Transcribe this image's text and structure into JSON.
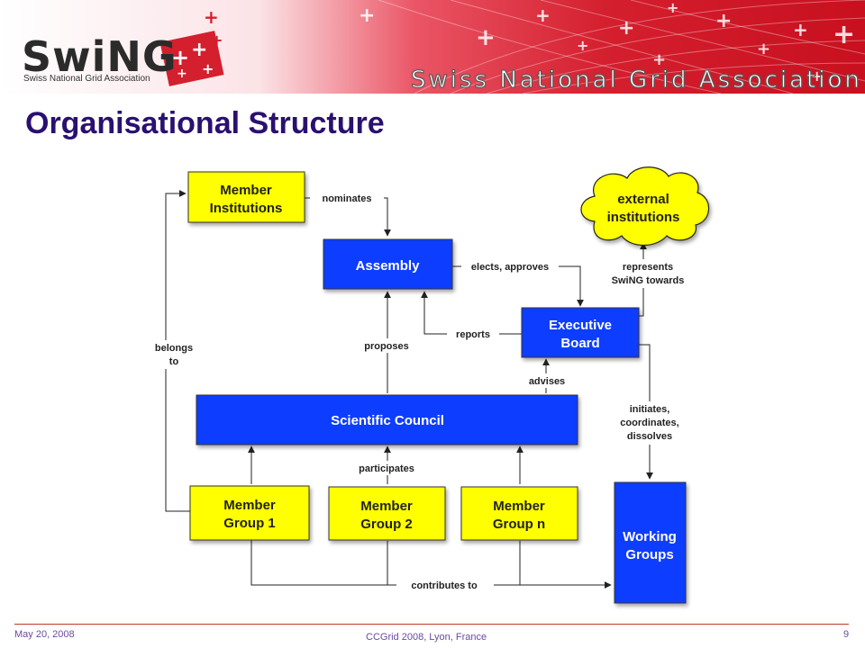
{
  "brand": {
    "logo_word": "SwiNG",
    "logo_sub": "Swiss National Grid Association",
    "banner_text": "Swiss National Grid Association"
  },
  "title": "Organisational Structure",
  "diagram": {
    "nodes": {
      "member_institutions": "Member\nInstitutions",
      "assembly": "Assembly",
      "executive_board": "Executive\nBoard",
      "scientific_council": "Scientific Council",
      "member_group_1": "Member\nGroup 1",
      "member_group_2": "Member\nGroup 2",
      "member_group_n": "Member\nGroup n",
      "working_groups": "Working\nGroups",
      "external_institutions": "external\ninstitutions"
    },
    "edge_labels": {
      "nominates": "nominates",
      "elects_approves": "elects, approves",
      "represents": "represents\nSwiNG towards",
      "reports": "reports",
      "proposes": "proposes",
      "belongs_to": "belongs\nto",
      "advises": "advises",
      "initiates": "initiates,\ncoordinates,\ndissolves",
      "participates": "participates",
      "contributes_to": "contributes to"
    }
  },
  "footer": {
    "date": "May 20, 2008",
    "event": "CCGrid 2008, Lyon, France",
    "page": "9"
  },
  "colors": {
    "yellow": "#ffff00",
    "blue": "#0a3cff",
    "title": "#2a1070",
    "banner_red": "#d41f2e"
  }
}
